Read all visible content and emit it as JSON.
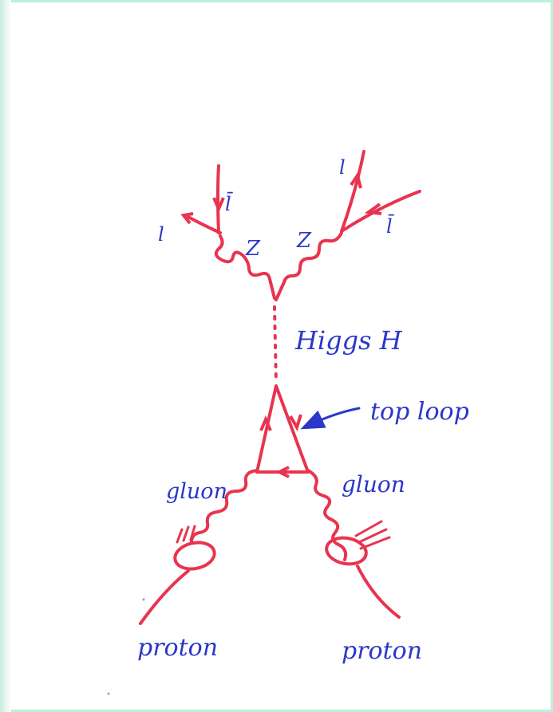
{
  "colors": {
    "particle_lines": "#e8344f",
    "labels": "#2b37c8",
    "frame": "#b7f3d9"
  },
  "labels": {
    "lepton_left": "l",
    "antilepton_left": "l̄",
    "z_left": "Z",
    "z_right": "Z",
    "lepton_right": "l",
    "antilepton_right": "l̄",
    "higgs": "Higgs H",
    "top_loop": "top loop",
    "gluon_left": "gluon",
    "gluon_right": "gluon",
    "proton_left": "proton",
    "proton_right": "proton"
  }
}
